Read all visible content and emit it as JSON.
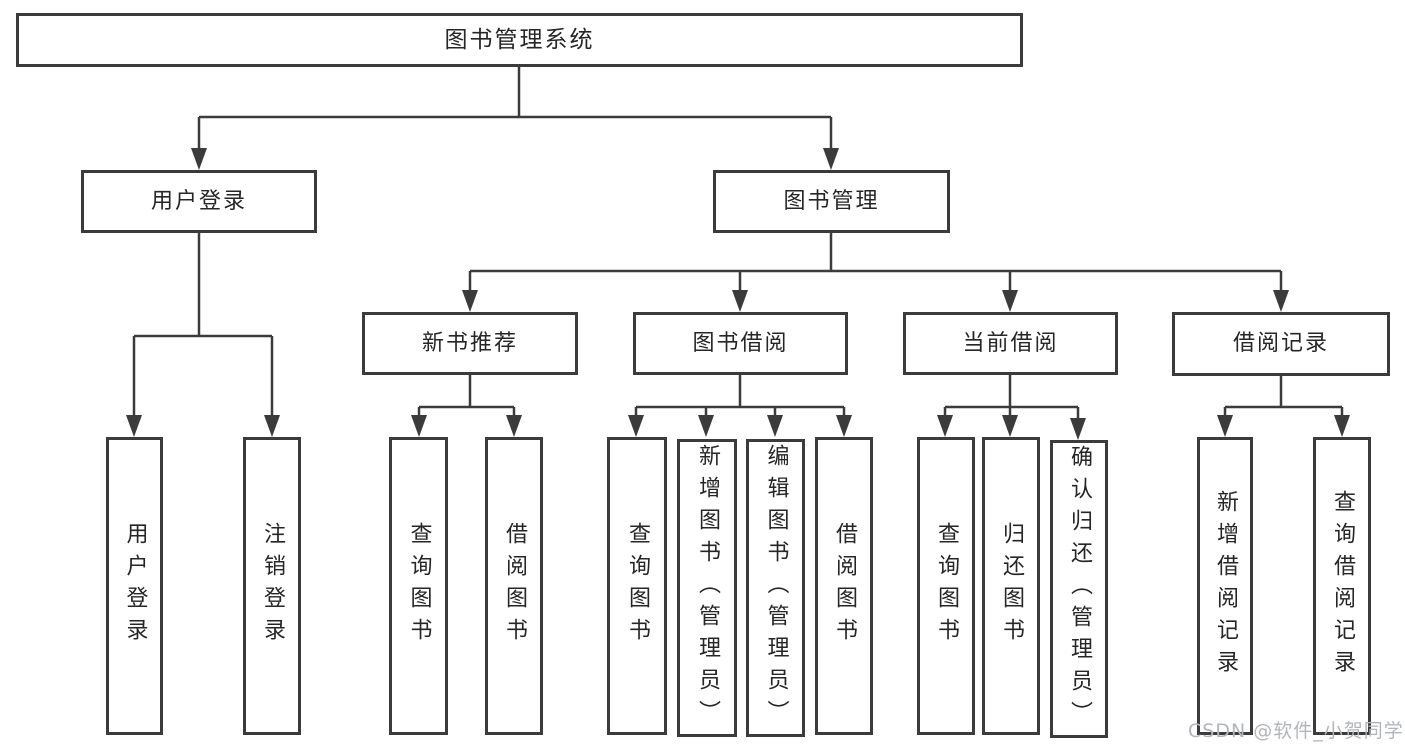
{
  "diagram": {
    "root": {
      "label": "图书管理系统"
    },
    "branches": [
      {
        "label": "用户登录",
        "children": [
          {
            "label": "用户登录"
          },
          {
            "label": "注销登录"
          }
        ]
      },
      {
        "label": "图书管理",
        "children": [
          {
            "label": "新书推荐",
            "children": [
              {
                "label": "查询图书"
              },
              {
                "label": "借阅图书"
              }
            ]
          },
          {
            "label": "图书借阅",
            "children": [
              {
                "label": "查询图书"
              },
              {
                "label": "新增图书（管理员）"
              },
              {
                "label": "编辑图书（管理员）"
              },
              {
                "label": "借阅图书"
              }
            ]
          },
          {
            "label": "当前借阅",
            "children": [
              {
                "label": "查询图书"
              },
              {
                "label": "归还图书"
              },
              {
                "label": "确认归还（管理员）"
              }
            ]
          },
          {
            "label": "借阅记录",
            "children": [
              {
                "label": "新增借阅记录"
              },
              {
                "label": "查询借阅记录"
              }
            ]
          }
        ]
      }
    ]
  },
  "watermark": {
    "text": "CSDN @软件_小贺同学"
  },
  "colors": {
    "line": "#3b3b3b",
    "text": "#262626",
    "watermark": "#b2b5b9",
    "background": "#ffffff"
  }
}
